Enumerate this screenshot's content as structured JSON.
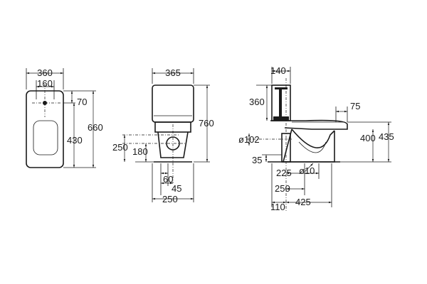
{
  "front_view": {
    "width_total": "360",
    "width_inner": "160",
    "top_offset": "70",
    "height_seat": "430",
    "height_total": "660"
  },
  "side_view": {
    "width_top": "365",
    "height_total": "760",
    "outlet_height_a": "250",
    "outlet_height_b": "180",
    "base_a": "60",
    "base_b": "45",
    "base_total": "250"
  },
  "section_view": {
    "tank_depth": "140",
    "tank_height": "360",
    "seat_offset": "75",
    "pipe_diameter": "ø102",
    "seat_height": "400",
    "rim_height": "435",
    "pipe_offset": "35",
    "dist_a": "225",
    "small_diameter": "ø10",
    "dist_b": "250",
    "wall_gap": "110",
    "dist_c": "425"
  }
}
